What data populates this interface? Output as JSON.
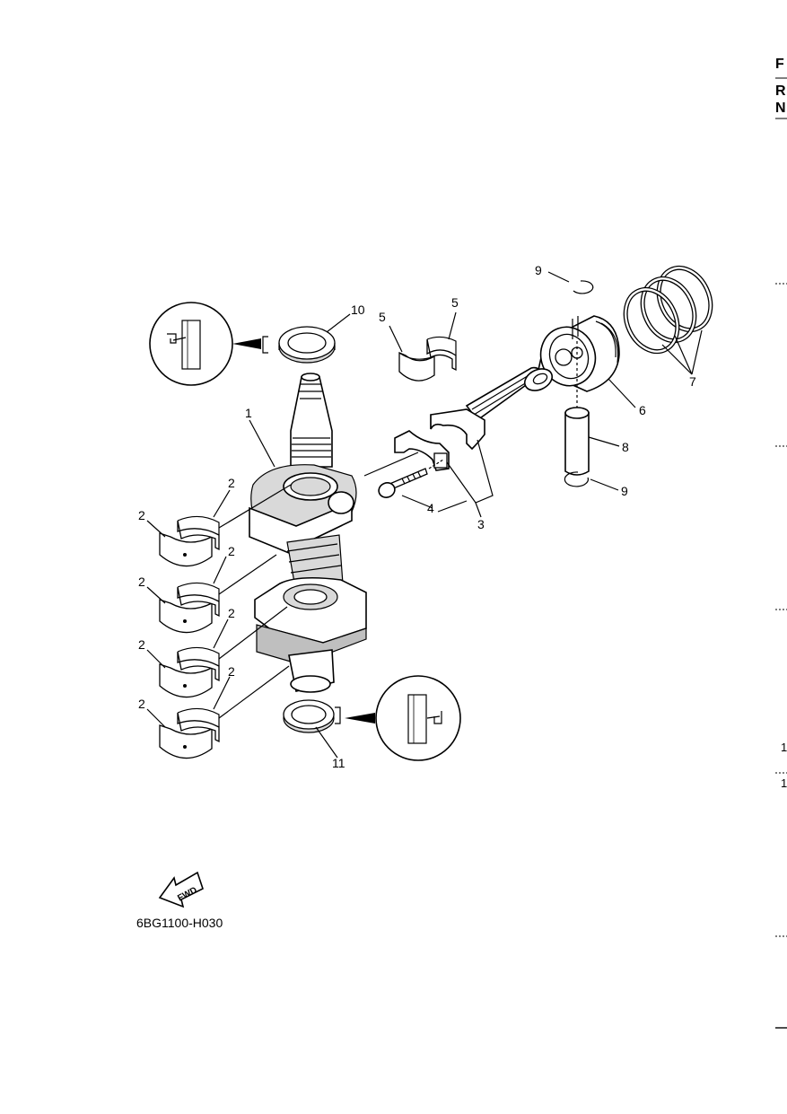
{
  "callouts": {
    "c1": "1",
    "c2a": "2",
    "c2b": "2",
    "c2c": "2",
    "c2d": "2",
    "c2e": "2",
    "c2f": "2",
    "c2g": "2",
    "c2h": "2",
    "c3": "3",
    "c4": "4",
    "c5a": "5",
    "c5b": "5",
    "c6": "6",
    "c7": "7",
    "c8": "8",
    "c9a": "9",
    "c9b": "9",
    "c10": "10",
    "c11": "11"
  },
  "fwd_label": "FWD",
  "part_code": "6BG1100-H030",
  "edge_text": {
    "e1": "F",
    "e2": "R",
    "e3": "N",
    "e4": "1",
    "e5": "1"
  }
}
